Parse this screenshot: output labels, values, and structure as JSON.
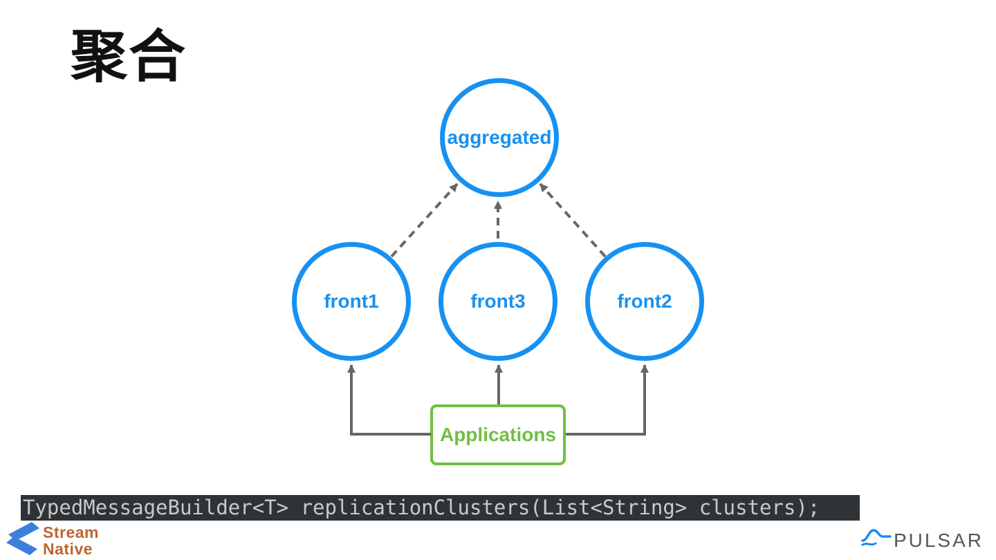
{
  "slide": {
    "title": "聚合"
  },
  "diagram": {
    "nodes": {
      "aggregated": {
        "label": "aggregated",
        "shape": "circle"
      },
      "front1": {
        "label": "front1",
        "shape": "circle"
      },
      "front3": {
        "label": "front3",
        "shape": "circle"
      },
      "front2": {
        "label": "front2",
        "shape": "circle"
      },
      "applications": {
        "label": "Applications",
        "shape": "rectangle"
      }
    },
    "edges": [
      {
        "from": "front1",
        "to": "aggregated",
        "style": "dashed-arrow"
      },
      {
        "from": "front3",
        "to": "aggregated",
        "style": "dashed-arrow"
      },
      {
        "from": "front2",
        "to": "aggregated",
        "style": "dashed-arrow"
      },
      {
        "from": "applications",
        "to": "front1",
        "style": "solid-arrow"
      },
      {
        "from": "applications",
        "to": "front3",
        "style": "solid-arrow"
      },
      {
        "from": "applications",
        "to": "front2",
        "style": "solid-arrow"
      }
    ],
    "colors": {
      "node_blue": "#1791F1",
      "box_green": "#71BE44",
      "arrow_gray": "#666666"
    }
  },
  "code_bar": {
    "text": "TypedMessageBuilder<T> replicationClusters(List<String> clusters);",
    "background": "#2F3336",
    "text_color": "#C7CBCE"
  },
  "footer": {
    "streamnative": {
      "line1": "Stream",
      "line2": "Native",
      "text_color": "#BE6530",
      "icon_color": "#3D7FDC"
    },
    "pulsar": {
      "wordmark": "PULSAR",
      "text_color": "#53575C",
      "icon_color": "#1788F5"
    }
  }
}
